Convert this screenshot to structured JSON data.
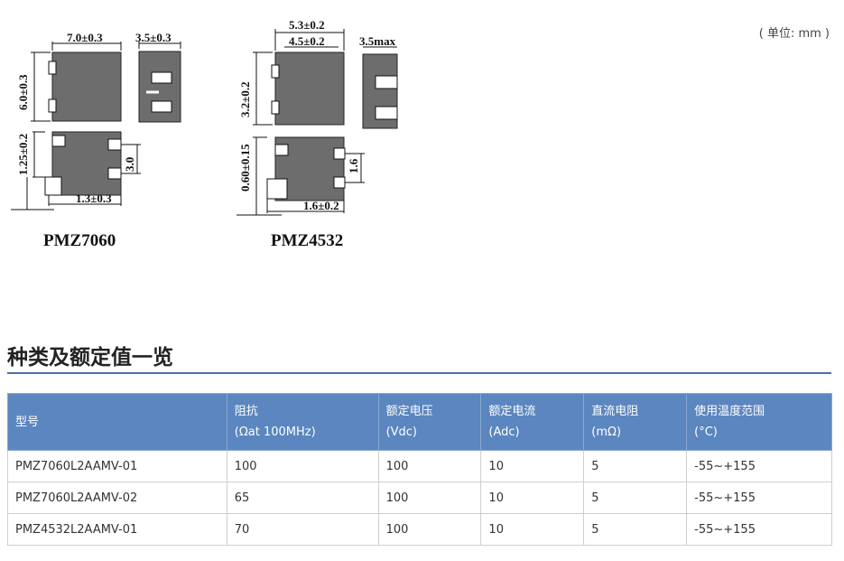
{
  "unit_note": "( 单位: mm )",
  "diagrams": [
    {
      "model": "PMZ7060",
      "dims": {
        "width": "7.0±0.3",
        "side": "3.5±0.3",
        "height": "6.0±0.3",
        "pad_h": "1.25±0.2",
        "pad_gap": "3.0",
        "pad_w": "1.3±0.3"
      }
    },
    {
      "model": "PMZ4532",
      "dims": {
        "width_outer": "5.3±0.2",
        "width_inner": "4.5±0.2",
        "side": "3.5max",
        "height": "3.2±0.2",
        "pad_h": "0.60±0.15",
        "pad_gap": "1.6",
        "pad_w": "1.6±0.2"
      }
    }
  ],
  "section": {
    "title": "种类及额定值一览"
  },
  "table": {
    "headers": [
      {
        "line1": "型号",
        "line2": ""
      },
      {
        "line1": "阻抗",
        "line2": "(Ωat 100MHz)"
      },
      {
        "line1": "额定电压",
        "line2": "(Vdc)"
      },
      {
        "line1": "额定电流",
        "line2": "(Adc)"
      },
      {
        "line1": "直流电阻",
        "line2": "(mΩ)"
      },
      {
        "line1": "使用温度范围",
        "line2": "(°C)"
      }
    ],
    "rows": [
      [
        "PMZ7060L2AAMV-01",
        "100",
        "100",
        "10",
        "5",
        "-55~+155"
      ],
      [
        "PMZ7060L2AAMV-02",
        "65",
        "100",
        "10",
        "5",
        "-55~+155"
      ],
      [
        "PMZ4532L2AAMV-01",
        "70",
        "100",
        "10",
        "5",
        "-55~+155"
      ]
    ]
  }
}
